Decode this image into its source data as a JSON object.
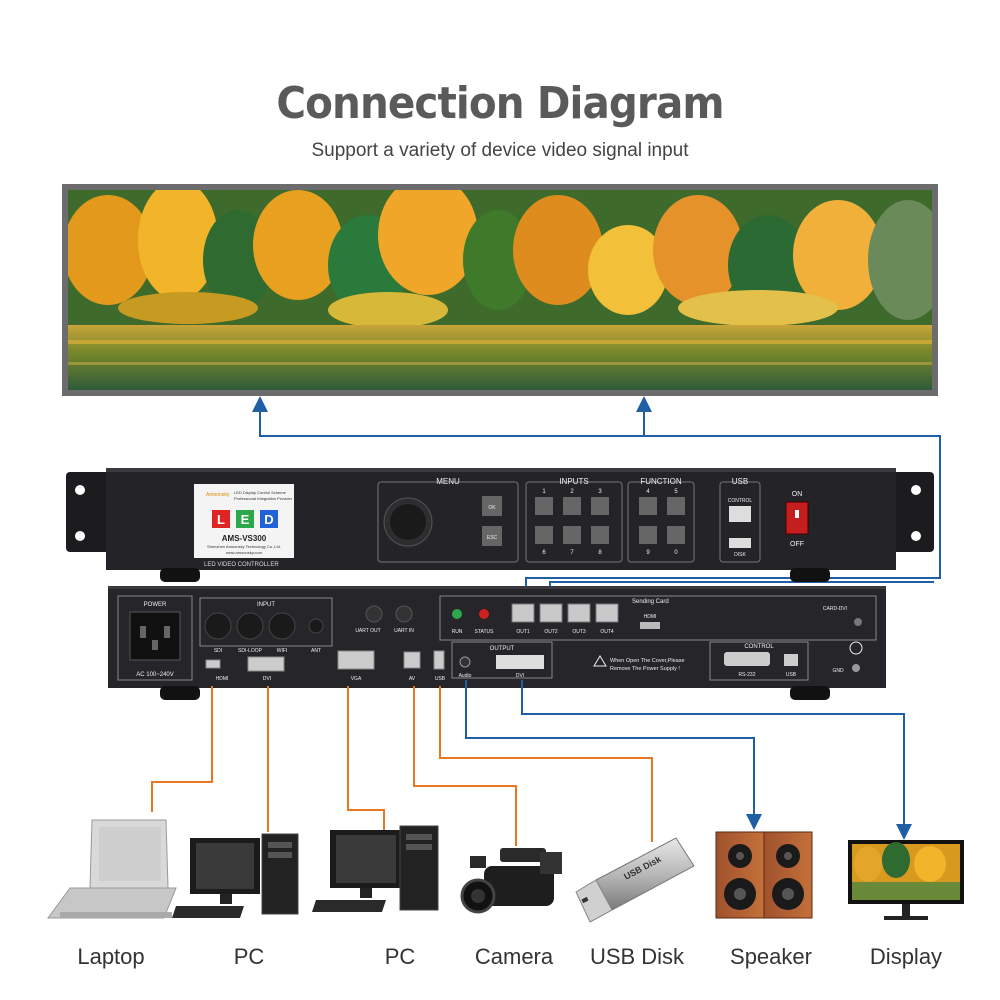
{
  "header": {
    "title": "Connection Diagram",
    "subtitle": "Support a variety of device video signal input"
  },
  "front_panel": {
    "logo_brand": "Amoonsky",
    "logo_tagline1": "LED Display Control Scheme",
    "logo_tagline2": "Professional Integration Provider",
    "led_letters": [
      "L",
      "E",
      "D"
    ],
    "model": "AMS-VS300",
    "company": "Shenzhen Amoonsky Technology Co.,Ltd.",
    "website": "www.amoonsky.com",
    "controller_label": "LED VIDEO CONTROLLER",
    "menu_label": "MENU",
    "menu_buttons": [
      "OK",
      "ESC"
    ],
    "inputs_label": "INPUTS",
    "inputs_top_numbers": [
      "1",
      "2",
      "3"
    ],
    "inputs_bottom_numbers": [
      "6",
      "7",
      "8"
    ],
    "function_label": "FUNCTION",
    "function_top_numbers": [
      "4",
      "5"
    ],
    "function_bottom_numbers": [
      "9",
      "0"
    ],
    "usb_label": "USB",
    "usb_control": "CONTROL",
    "usb_disk": "DISK",
    "power_on": "ON",
    "power_off": "OFF"
  },
  "rear_panel": {
    "power_label": "POWER",
    "power_rating": "AC 100~240V",
    "input_label": "INPUT",
    "input_knobs": [
      "SDI",
      "SDI-LOOP",
      "WIFI",
      "ANT"
    ],
    "uart_out": "UART OUT",
    "uart_in": "UART IN",
    "ports": [
      "HDMI",
      "DVI",
      "VGA",
      "AV",
      "USB"
    ],
    "run": "RUN",
    "status": "STATUS",
    "sending_card": "Sending Card",
    "outs": [
      "OUT1",
      "OUT2",
      "OUT3",
      "OUT4"
    ],
    "hdmi_card": "HDMI",
    "card_dvi": "CARD-DVI",
    "output_label": "OUTPUT",
    "audio": "Audio",
    "output_dvi": "DVI",
    "warning_line1": "When Open The Cover,Please",
    "warning_line2": "Remove The Power Supply !",
    "control_label": "CONTROL",
    "rs232": "RS-232",
    "control_usb": "USB",
    "gnd": "GND"
  },
  "devices": [
    {
      "label": "Laptop",
      "icon": "laptop-icon"
    },
    {
      "label": "PC",
      "icon": "desktop-pc-icon"
    },
    {
      "label": "PC",
      "icon": "desktop-pc-icon"
    },
    {
      "label": "Camera",
      "icon": "video-camera-icon"
    },
    {
      "label": "USB Disk",
      "icon": "usb-disk-icon"
    },
    {
      "label": "Speaker",
      "icon": "speaker-icon"
    },
    {
      "label": "Display",
      "icon": "monitor-icon"
    }
  ],
  "usb_disk_print": "USB Disk",
  "colors": {
    "input_line": "#e87722",
    "output_line": "#1f5fa6",
    "chassis": "#1c1c1e",
    "title": "#5a5a5a"
  }
}
